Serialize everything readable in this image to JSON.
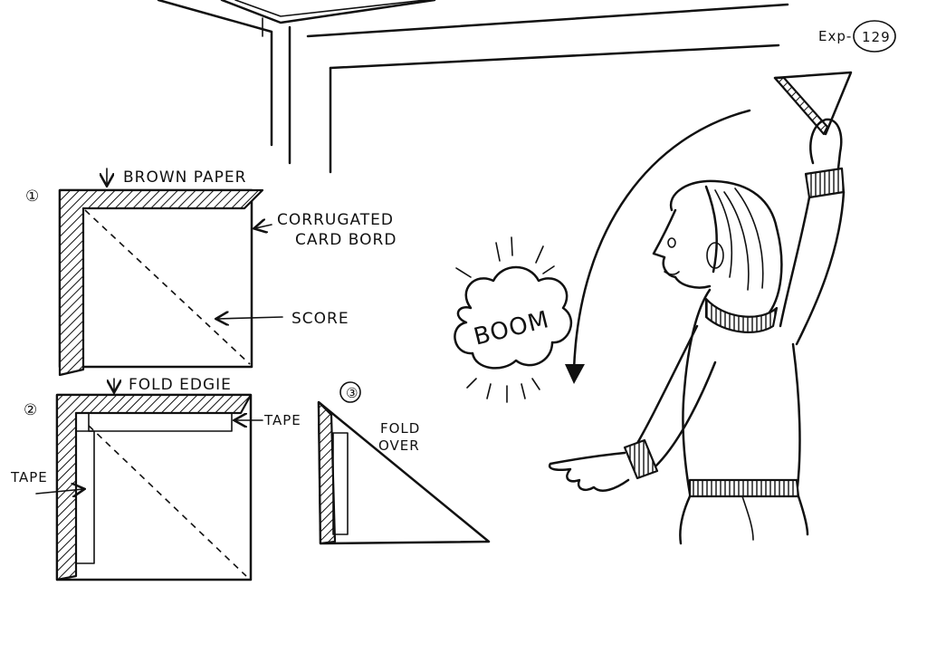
{
  "header": {
    "exp_prefix": "Exp-",
    "exp_number": "129"
  },
  "step1": {
    "number": "①",
    "brown_paper": "BROWN PAPER",
    "corrugated_line1": "CORRUGATED",
    "corrugated_line2": "CARD BORD",
    "score": "SCORE"
  },
  "step2": {
    "number": "②",
    "fold_edge": "FOLD EDGIE",
    "tape_right": "TAPE",
    "tape_left": "TAPE"
  },
  "step3": {
    "number": "③",
    "fold_line1": "FOLD",
    "fold_line2": "OVER"
  },
  "scene": {
    "boom": "BOOM"
  },
  "colors": {
    "ink": "#111111",
    "paper": "#ffffff"
  }
}
